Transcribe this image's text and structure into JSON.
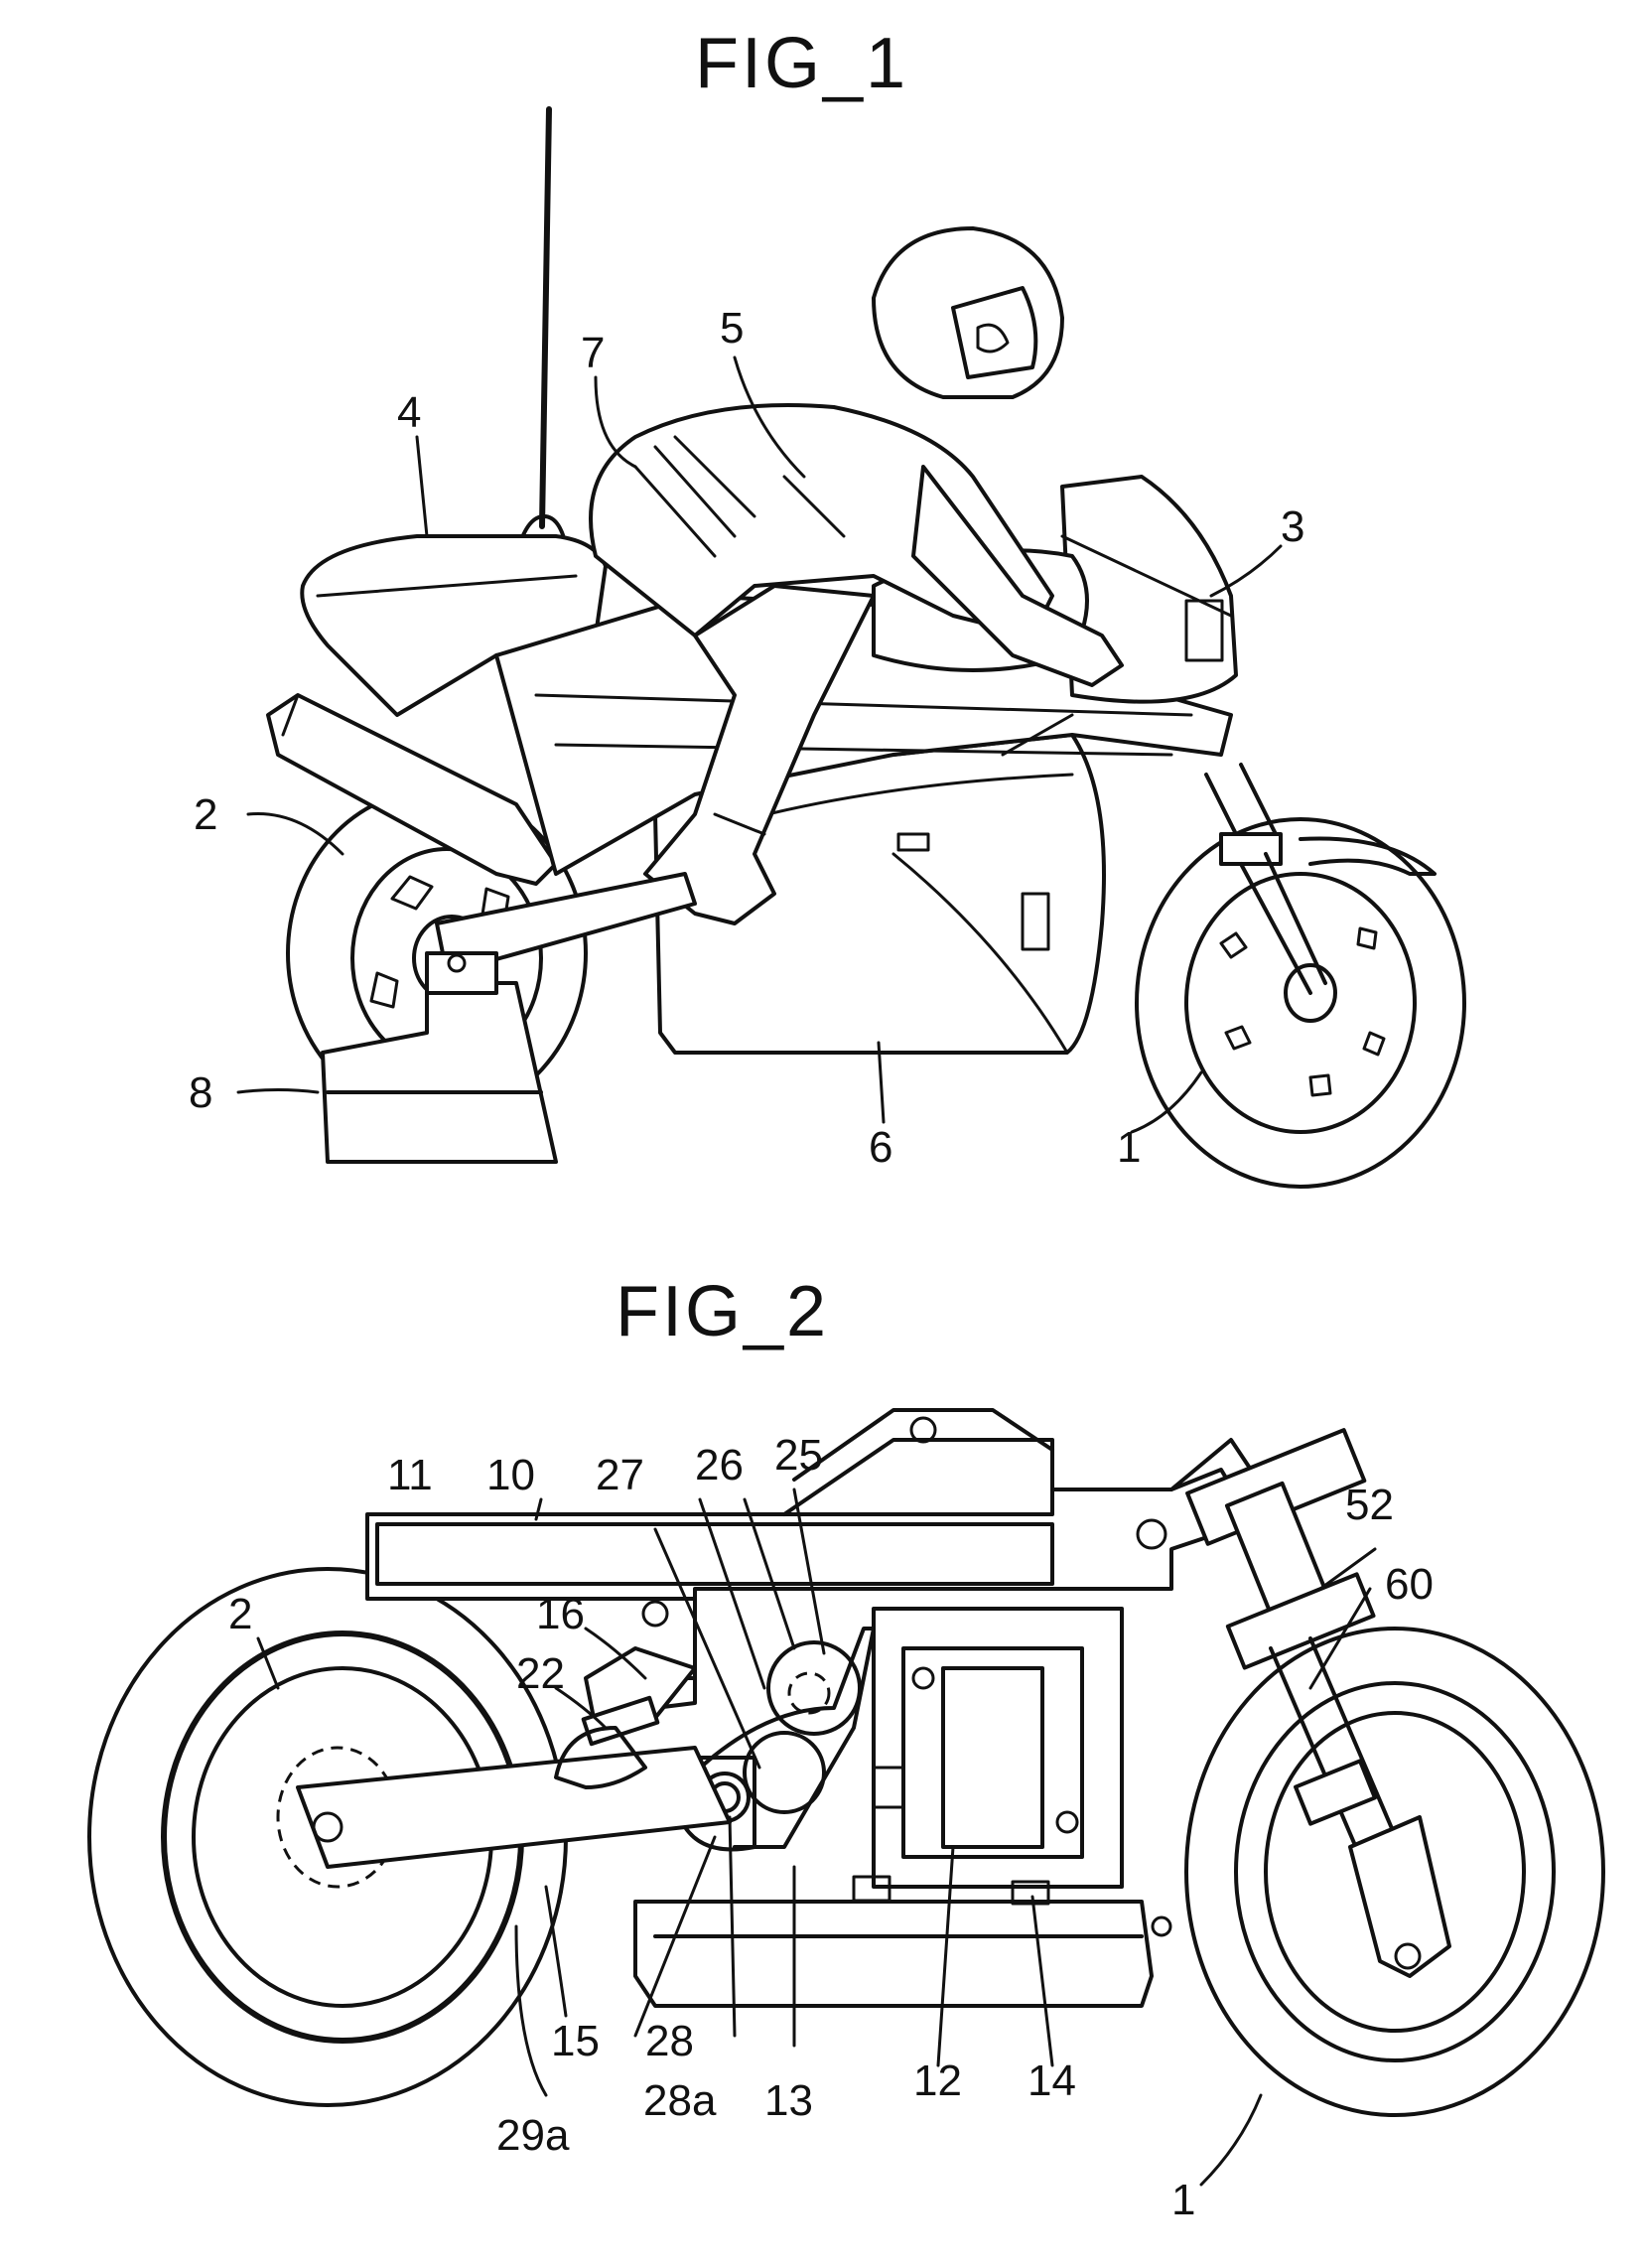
{
  "figures": [
    {
      "title": "FIG_1",
      "labels": {
        "front_wheel": "1",
        "rear_wheel": "2",
        "front_cowl": "3",
        "seat_cowl": "4",
        "tank_body": "5",
        "under_cowl": "6",
        "rider": "7",
        "stand": "8"
      }
    },
    {
      "title": "FIG_2",
      "labels": {
        "front_wheel": "1",
        "rear_wheel": "2",
        "frame_assembly": "10",
        "frame_upper": "11",
        "motor": "12",
        "gear_housing": "13",
        "chassis_base": "14",
        "swing_arm": "15",
        "shock_mount": "16",
        "shock_absorber": "22",
        "gear_25": "25",
        "gear_26": "26",
        "gear_27": "27",
        "pivot_gear": "28",
        "pivot_shaft": "28a",
        "rear_sprocket": "29a",
        "steering_unit": "52",
        "front_fork": "60"
      }
    }
  ]
}
